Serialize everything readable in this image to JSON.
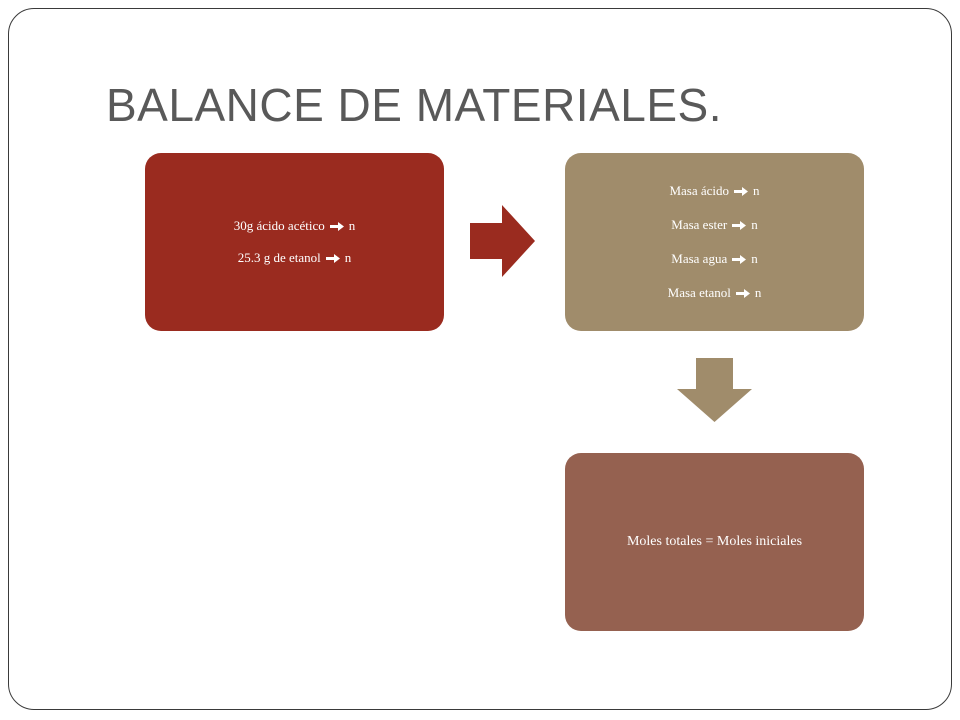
{
  "slide": {
    "title": "BALANCE DE MATERIALES."
  },
  "boxes": {
    "start": {
      "lines": [
        "30g ácido acético",
        "25.3 g de etanol"
      ],
      "arrow_suffix": "n",
      "color": "#9a2b1f"
    },
    "mass": {
      "lines": [
        "Masa ácido",
        "Masa ester",
        "Masa agua",
        "Masa etanol"
      ],
      "arrow_suffix": "n",
      "color": "#a08c6b"
    },
    "moles": {
      "text": "Moles totales = Moles iniciales",
      "color": "#956150"
    }
  },
  "connectors": {
    "right_arrow_color": "#9a2b1f",
    "down_arrow_color": "#a08c6b",
    "inline_arrow_icon": "right-arrow-icon"
  }
}
